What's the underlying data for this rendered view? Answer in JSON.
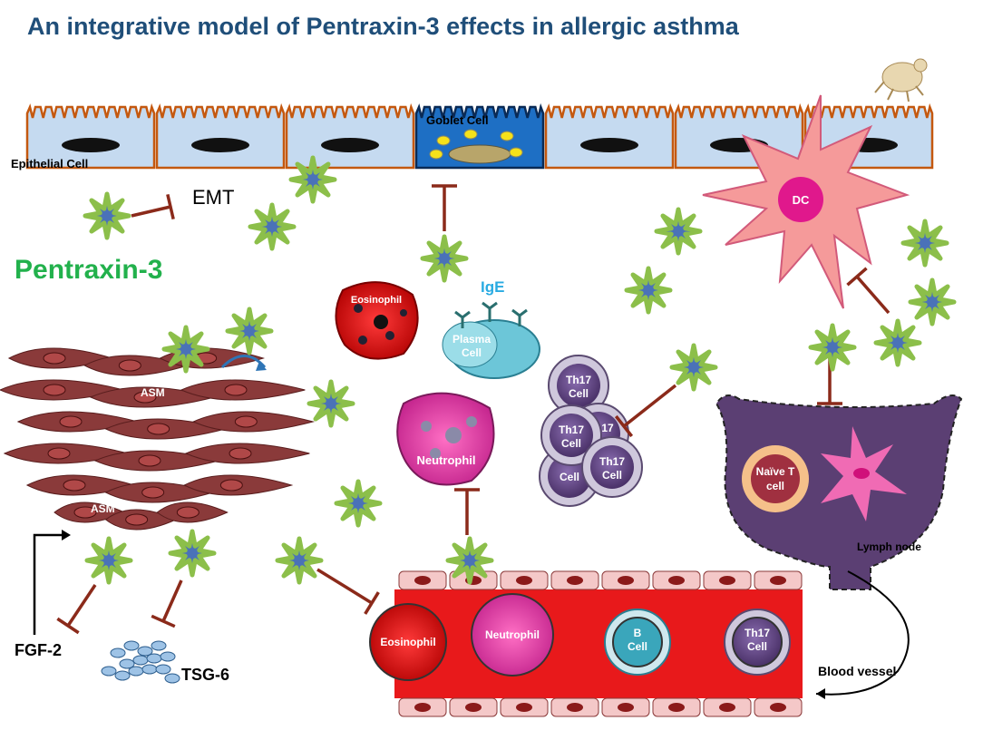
{
  "title": "An integrative model of Pentraxin-3 effects in allergic asthma",
  "labels": {
    "epithelial_cell": "Epithelial Cell",
    "goblet_cell": "Goblet Cell",
    "emt": "EMT",
    "pentraxin": "Pentraxin-3",
    "ige": "IgE",
    "eosinophil": "Eosinophil",
    "plasma_cell_1": "Plasma",
    "plasma_cell_2": "Cell",
    "dc": "DC",
    "asm_top": "ASM",
    "asm_bottom": "ASM",
    "th17": "Th17",
    "cell": "Cell",
    "th17_partial": "17",
    "neutrophil": "Neutrophil",
    "naive_t_1": "Naïve T",
    "naive_t_2": "cell",
    "lymph_node": "Lymph node",
    "fgf2": "FGF-2",
    "tsg6": "TSG-6",
    "vessel_eosinophil": "Eosinophil",
    "vessel_neutrophil": "Neutrophil",
    "b_cell_1": "B",
    "b_cell_2": "Cell",
    "vessel_th17_1": "Th17",
    "vessel_th17_2": "Cell",
    "blood_vessel": "Blood vessel"
  },
  "colors": {
    "title": "#1f4e79",
    "pentraxin_label": "#22b14c",
    "star_fill": "#4a72b8",
    "star_outline": "#8cbf4a",
    "inhibit": "#8b2a1a",
    "epithelium": "#c5daf0",
    "epithelium_border": "#c4580f",
    "vessel": "#e8191b",
    "lymph": "#5b3f73",
    "dc": "#f59a9a",
    "th17": "#6b4f8c"
  }
}
